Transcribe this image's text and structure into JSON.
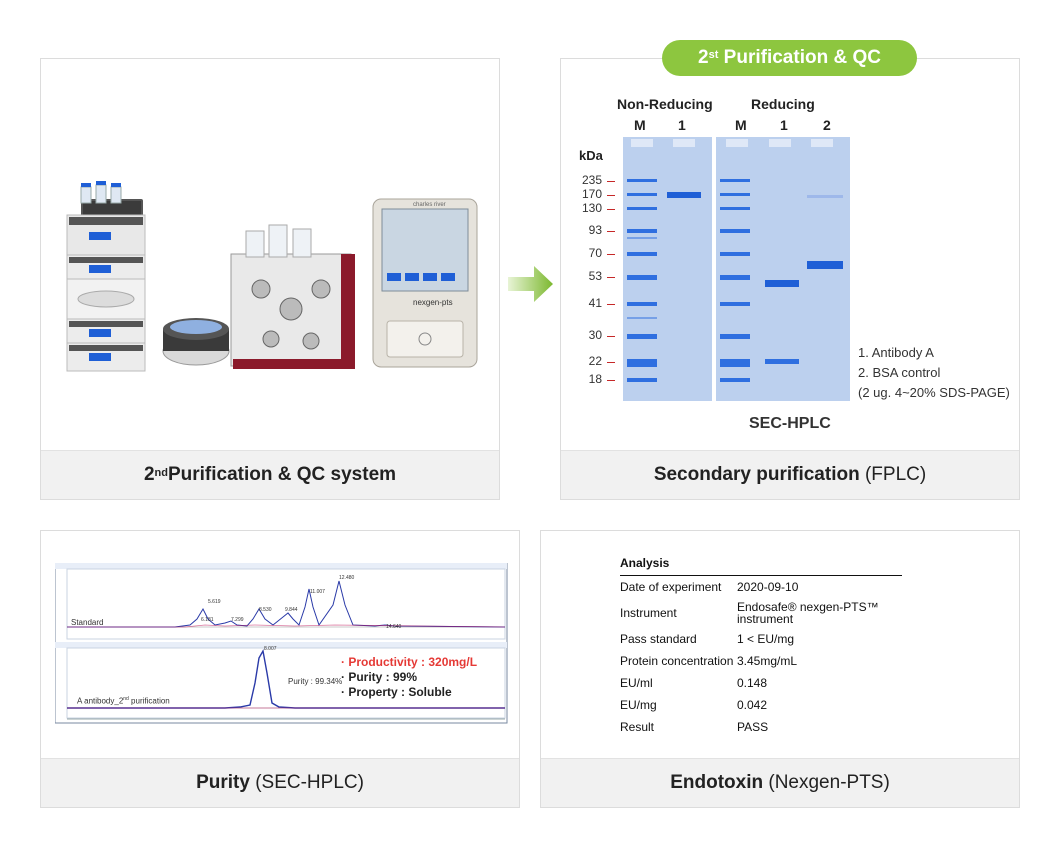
{
  "system_card": {
    "caption_prefix": "2",
    "caption_sup": "nd",
    "caption_rest": " Purification & QC system",
    "device_brand": "charles river",
    "device_name": "nexgen-pts"
  },
  "badge": {
    "prefix": "2",
    "sup": "st",
    "rest": " Purification & QC"
  },
  "fplc_card": {
    "caption_bold": "Secondary purification",
    "caption_rest": " (FPLC)",
    "non_reducing": "Non-Reducing",
    "reducing": "Reducing",
    "lanes": [
      "M",
      "1",
      "M",
      "1",
      "2"
    ],
    "unit": "kDa",
    "markers": [
      "235",
      "170",
      "130",
      "93",
      "70",
      "53",
      "41",
      "30",
      "22",
      "18"
    ],
    "legend": [
      "1. Antibody A",
      "2. BSA control",
      "(2 ug. 4~20% SDS-PAGE)"
    ],
    "sec_label": "SEC-HPLC"
  },
  "purity_card": {
    "caption_bold": "Purity",
    "caption_rest": " (SEC-HPLC)",
    "standard_label": "Standard",
    "sample_label_prefix": "A antibody_2",
    "sample_label_sup": "nd",
    "sample_label_rest": " purification",
    "purity_peak_label": "Purity : 99.34%",
    "notes": [
      {
        "text": "· Productivity : 320mg/L",
        "color": "#e53935"
      },
      {
        "text": "· Purity : 99%",
        "color": "#222222"
      },
      {
        "text": "· Property : Soluble",
        "color": "#222222"
      }
    ],
    "peak_labels_top": [
      "5.619",
      "6.181",
      "7.299",
      "8.530",
      "9.844",
      "11.007",
      "12.480",
      "14.640"
    ],
    "peak_label_bottom": "8.007"
  },
  "endotoxin_card": {
    "caption_bold": "Endotoxin",
    "caption_rest": " (Nexgen-PTS)",
    "title": "Analysis",
    "rows": [
      {
        "key": "Date of experiment",
        "value": "2020-09-10"
      },
      {
        "key": "Instrument",
        "value": "Endosafe® nexgen-PTS™ instrument"
      },
      {
        "key": "Pass standard",
        "value": "1 < EU/mg"
      },
      {
        "key": "Protein concentration",
        "value": "3.45mg/mL"
      },
      {
        "key": "EU/ml",
        "value": "0.148"
      },
      {
        "key": "EU/mg",
        "value": "0.042"
      },
      {
        "key": "Result",
        "value": "PASS"
      }
    ]
  },
  "colors": {
    "accent_green": "#8dc63f",
    "gel_blue": "#b9cdec",
    "band_blue": "#1f5fd6",
    "marker_red": "#c62828"
  }
}
